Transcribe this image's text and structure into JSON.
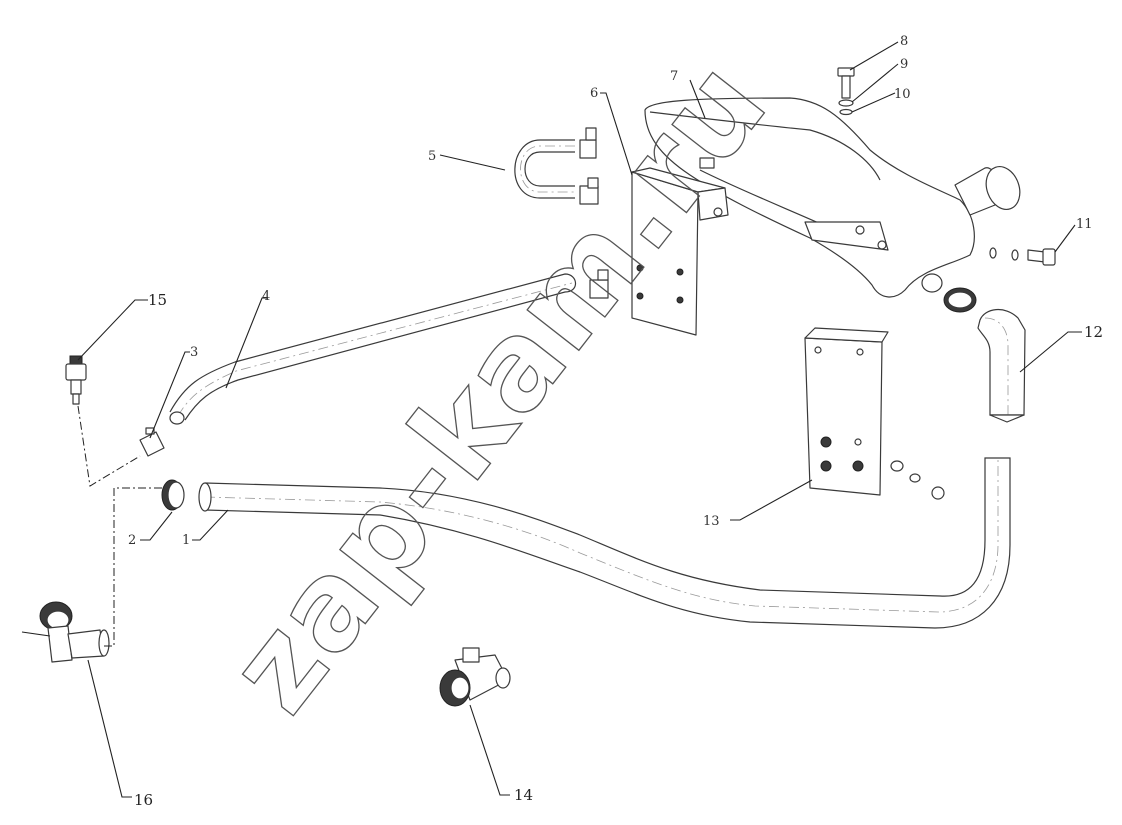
{
  "watermark": "zap-kam.ru",
  "callouts": {
    "c1": "1",
    "c2": "2",
    "c3": "3",
    "c4": "4",
    "c5": "5",
    "c6": "6",
    "c7": "7",
    "c8": "8",
    "c9": "9",
    "c10": "10",
    "c11": "11",
    "c12": "12",
    "c13": "13",
    "c14": "14",
    "c15": "15",
    "c16": "16"
  },
  "colors": {
    "line": "#3a3a3a",
    "background": "#ffffff"
  }
}
